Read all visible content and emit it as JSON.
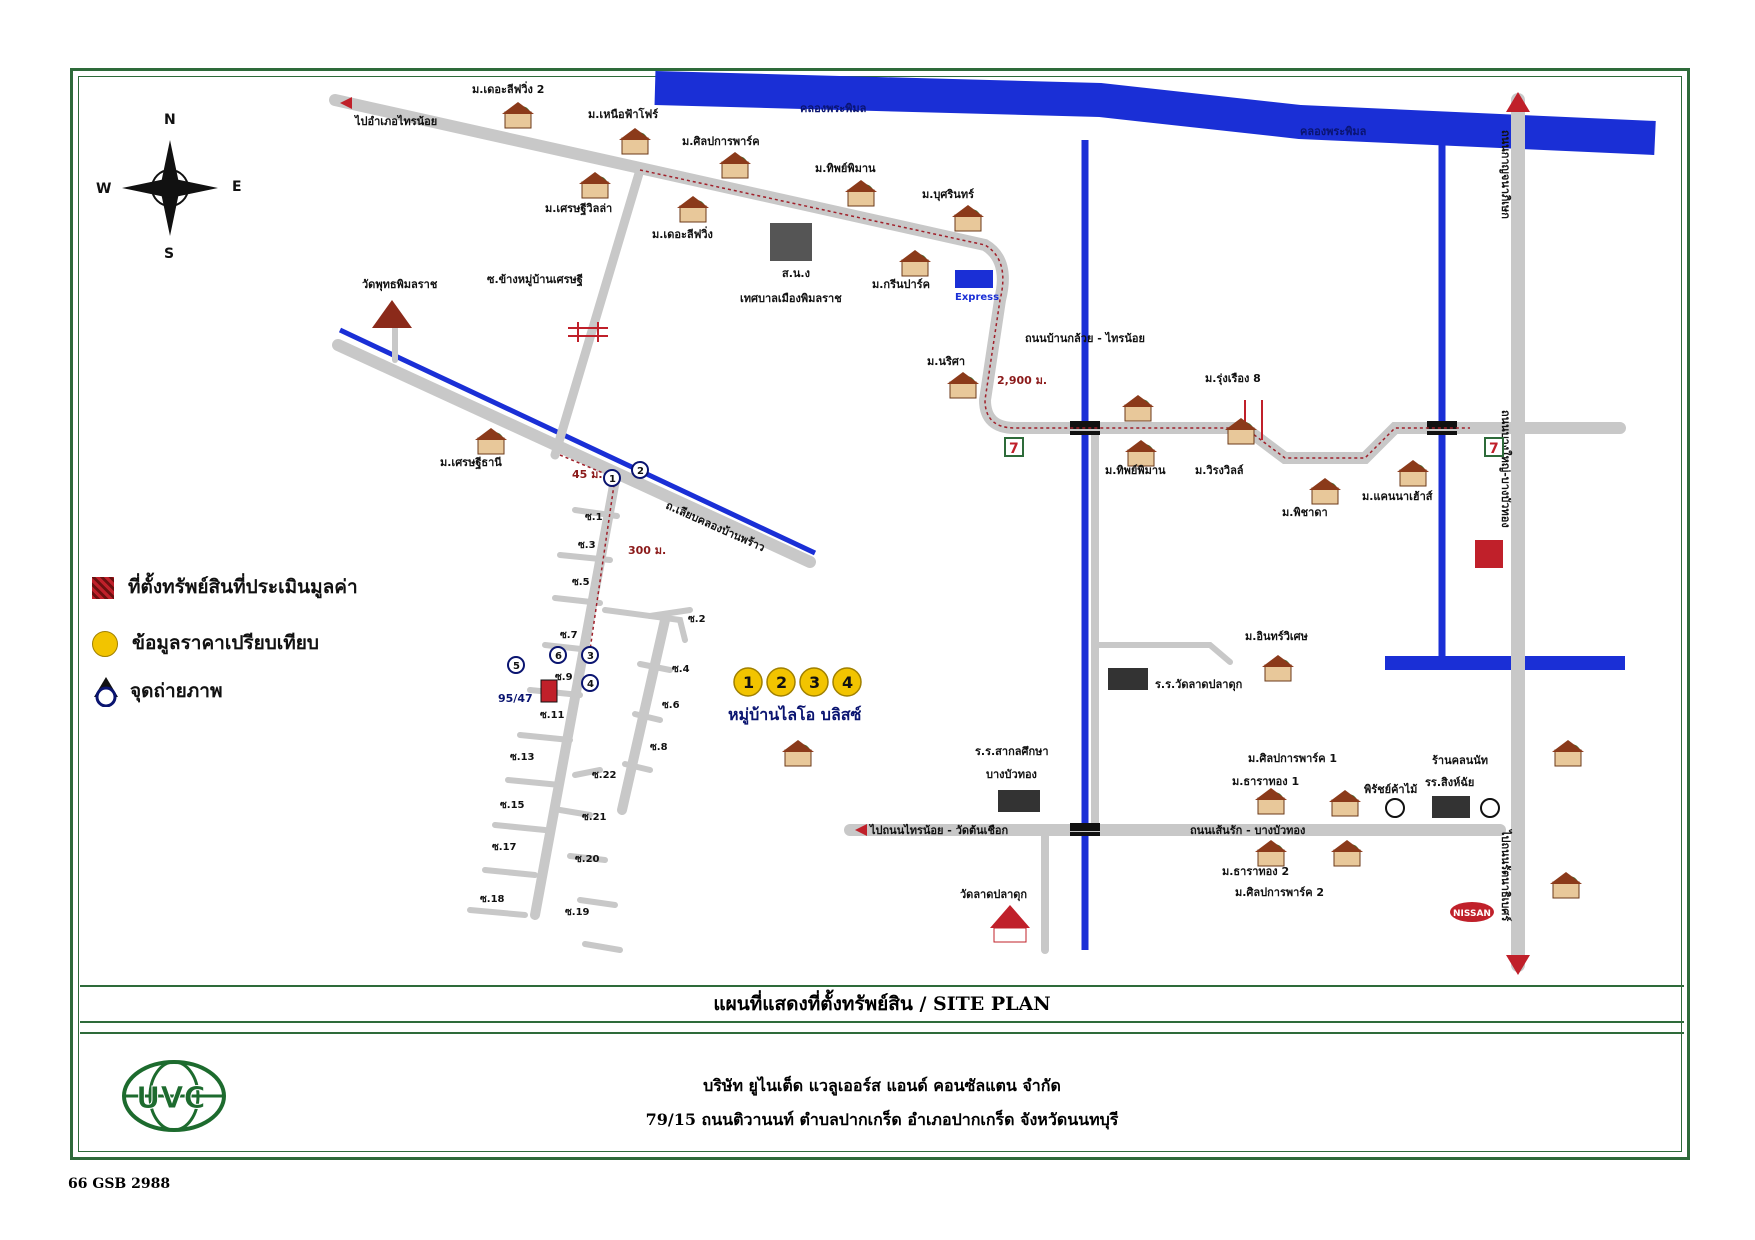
{
  "map": {
    "compass": {
      "n": "N",
      "s": "S",
      "e": "E",
      "w": "W"
    },
    "labels": {
      "the_lagoon2": "ม.เดอะลีฟวิ่ง 2",
      "nuea_fa": "ม.เหนือฟ้าโฟร์",
      "sinlapakorn": "ม.ศิลปการพาร์ค",
      "thip_piman": "ม.ทิพย์พิมาน",
      "bunsri": "ม.บุศรินทร์",
      "sethi_villa": "ม.เศรษฐีวิลล่า",
      "the_living": "ม.เดอะลีฟวิ่ง",
      "school_bang": "ส.น.ง",
      "municipal": "เทศบาลเมืองพิมลราช",
      "green_park": "ม.กรีนปาร์ค",
      "wat": "วัดพุทธพิมลราช",
      "market_soi": "ซ.ข้างหมู่บ้านเศรษฐี",
      "to_bang_yai": "ไปอำเภอไทรน้อย",
      "lotus": "Express",
      "road_kluai_sai": "ถนนบ้านกล้วย - ไทรน้อย",
      "narita": "ม.นริศา",
      "dist_2900": "2,900 ม.",
      "rungruang": "ม.รุ่งเรือง 8",
      "thip_piman2": "ม.ทิพย์พิมาน",
      "virongville": "ม.วิรงวิลล์",
      "phisada": "ม.พิชาดา",
      "khanayat": "ม.แคนนาเฮ้าส์",
      "sethi_thani": "ม.เศรษฐีธานี",
      "dist_45": "45 ม.",
      "dist_300": "300 ม.",
      "road_bang_bua": "ถ.เลียบคลองบ้านพร้าว",
      "canal_top": "คลองพระพิมล",
      "canal_right": "คลองพระพิมล",
      "road_right": "ถนนกาญจนาภิเษก",
      "road_right2": "ถนนบางใหญ่-บางบัวทอง",
      "road_right3": "ไปถนนรัตนาธิเบศร์",
      "ginvisel": "ม.อินทร์วิเศษ",
      "school_plaluk": "ร.ร.วัดลาดปลาดุก",
      "school_sakol": "ร.ร.สากลศึกษา",
      "bang_bua_thong": "บางบัวทอง",
      "to_sai_noi": "ไปถนนไทรน้อย - วัดต้นเชือก",
      "road_bottom": "ถนนเส้นรัก - บางบัวทอง",
      "wat_plaluk": "วัดลาดปลาดุก",
      "sinlapa1": "ม.ศิลปการพาร์ค 1",
      "tharathong1": "ม.ธาราทอง 1",
      "tharathong2": "ม.ธาราทอง 2",
      "sinlapa2": "ม.ศิลปการพาร์ค 2",
      "gas": "ร้านคลนนัท",
      "sinsong": "รร.สิงห์ฉัย",
      "sixtyone": "พิรัชย์ค้าไม้",
      "nissan": "NISSAN",
      "plot_num": "95/47",
      "village": "หมู่บ้านไลโอ บลิสซ์",
      "sois": [
        "ซ.1",
        "ซ.3",
        "ซ.5",
        "ซ.7",
        "ซ.9",
        "ซ.11",
        "ซ.13",
        "ซ.15",
        "ซ.17",
        "ซ.18",
        "ซ.19",
        "ซ.20",
        "ซ.21",
        "ซ.22",
        "ซ.2",
        "ซ.4",
        "ซ.6",
        "ซ.8"
      ]
    },
    "comparables": [
      "1",
      "2",
      "3",
      "4"
    ],
    "photo_points": [
      "1",
      "2",
      "3",
      "4",
      "5",
      "6"
    ]
  },
  "legend": {
    "subject": "ที่ตั้งทรัพย์สินที่ประเมินมูลค่า",
    "comparable": "ข้อมูลราคาเปรียบเทียบ",
    "photo": "จุดถ่ายภาพ"
  },
  "title": "แผนที่แสดงที่ตั้งทรัพย์สิน / SITE PLAN",
  "company": {
    "logo": "UVC",
    "name": "บริษัท ยูไนเต็ด แวลูเออร์ส แอนด์ คอนซัลแตน จำกัด",
    "address": "79/15 ถนนติวานนท์ ตำบลปากเกร็ด อำเภอปากเกร็ด จังหวัดนนทบุรี"
  },
  "doc_code": "66 GSB 2988",
  "colors": {
    "canal": "#1a2fd6",
    "road": "#c8c8c8",
    "frame": "#2e6b3a",
    "subject": "#c0202a",
    "comparable": "#f2c400"
  }
}
